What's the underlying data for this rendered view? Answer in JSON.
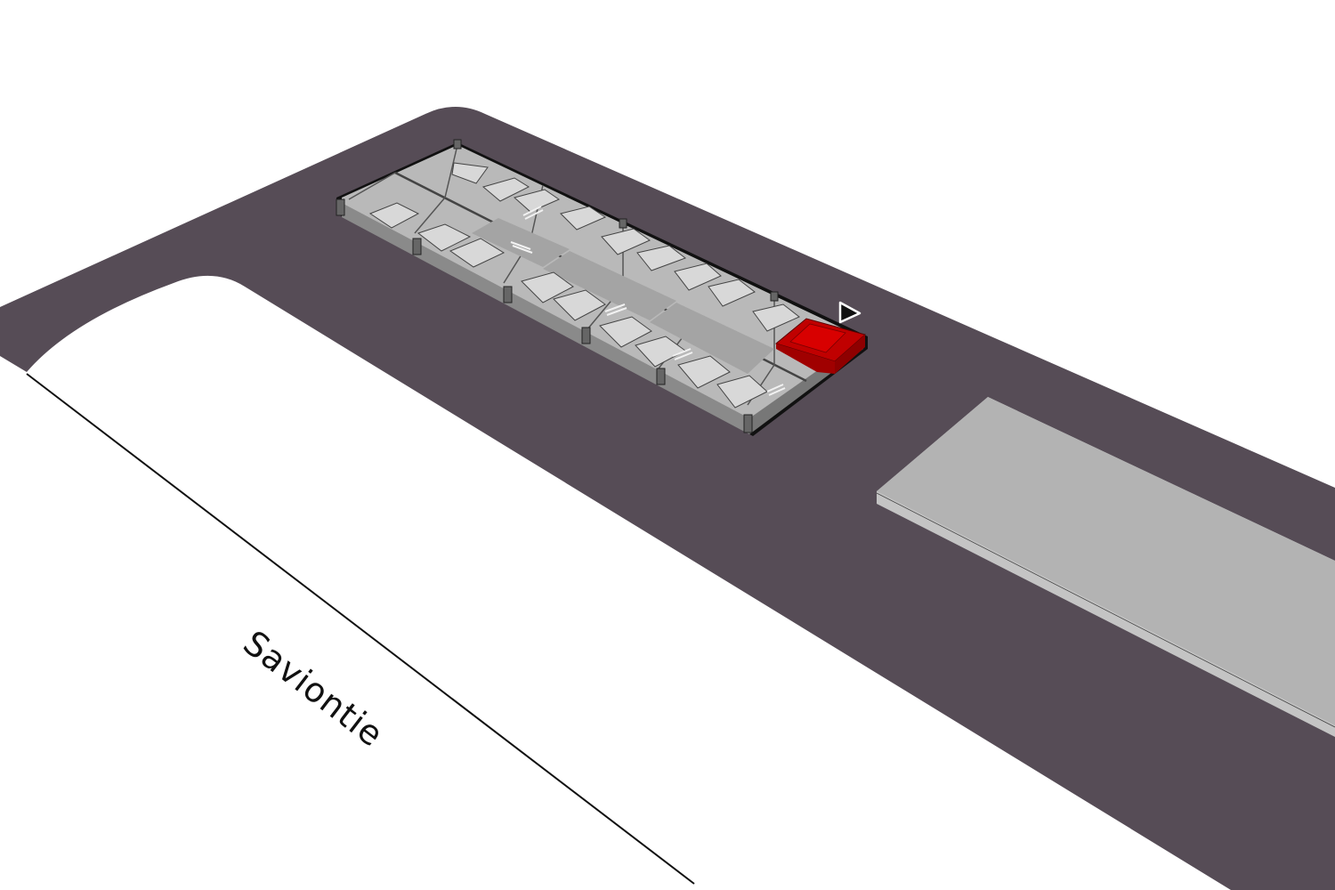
{
  "diagram": {
    "type": "axonometric site plan",
    "colors": {
      "background": "#ffffff",
      "plaza": "#564c56",
      "building_roof_light": "#d4d4d4",
      "building_roof_mid": "#b9b9b9",
      "building_roof_dark": "#a4a4a4",
      "building_outline": "#111111",
      "highlight_unit": "#c00000",
      "highlight_unit_side": "#8e0000",
      "adjacent_slab": "#b3b3b3",
      "adjacent_slab_side": "#c4c4c4"
    },
    "labels": {
      "street_name": "Saviontie"
    },
    "markers": {
      "entrance_marker": "triangle-pointer"
    },
    "elements": [
      {
        "name": "building-row",
        "description": "Long low row of gray modular units"
      },
      {
        "name": "highlighted-unit",
        "description": "Red unit at the east end of the row"
      },
      {
        "name": "adjacent-slab",
        "description": "Flat light-gray slab on the right"
      },
      {
        "name": "street-line",
        "description": "Street centerline along Saviontie"
      }
    ]
  }
}
